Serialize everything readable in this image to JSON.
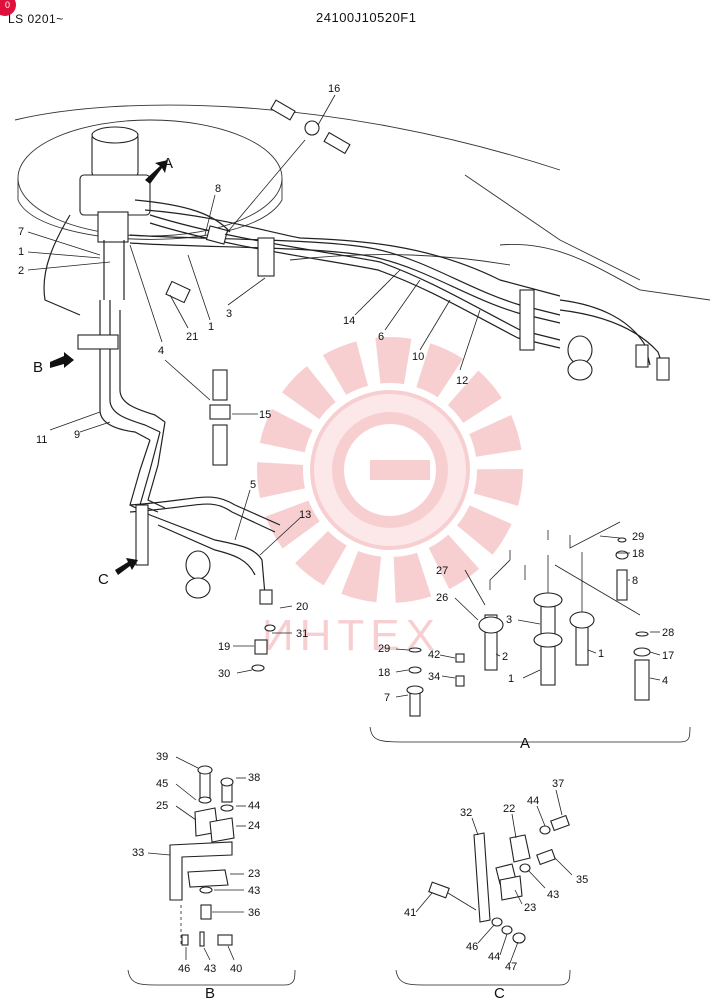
{
  "header": {
    "left": "LS 0201~",
    "right": "24100J10520F1"
  },
  "watermark": {
    "text": "ИНТЕХ",
    "color": "#f2a9ad"
  },
  "view_labels": {
    "A": "A",
    "B": "B",
    "C": "C"
  },
  "callouts": {
    "main": [
      "16",
      "8",
      "7",
      "1",
      "2",
      "21",
      "1",
      "3",
      "4",
      "14",
      "6",
      "10",
      "12",
      "15",
      "11",
      "9",
      "5",
      "13",
      "20",
      "31",
      "19",
      "30"
    ],
    "detail_a": [
      "29",
      "18",
      "8",
      "27",
      "26",
      "3",
      "28",
      "29",
      "42",
      "2",
      "17",
      "1",
      "18",
      "34",
      "1",
      "4",
      "7"
    ],
    "detail_b": [
      "39",
      "38",
      "45",
      "44",
      "25",
      "24",
      "33",
      "23",
      "43",
      "36",
      "46",
      "43",
      "40"
    ],
    "detail_c": [
      "37",
      "32",
      "22",
      "44",
      "43",
      "35",
      "41",
      "23",
      "46",
      "44",
      "47"
    ]
  }
}
